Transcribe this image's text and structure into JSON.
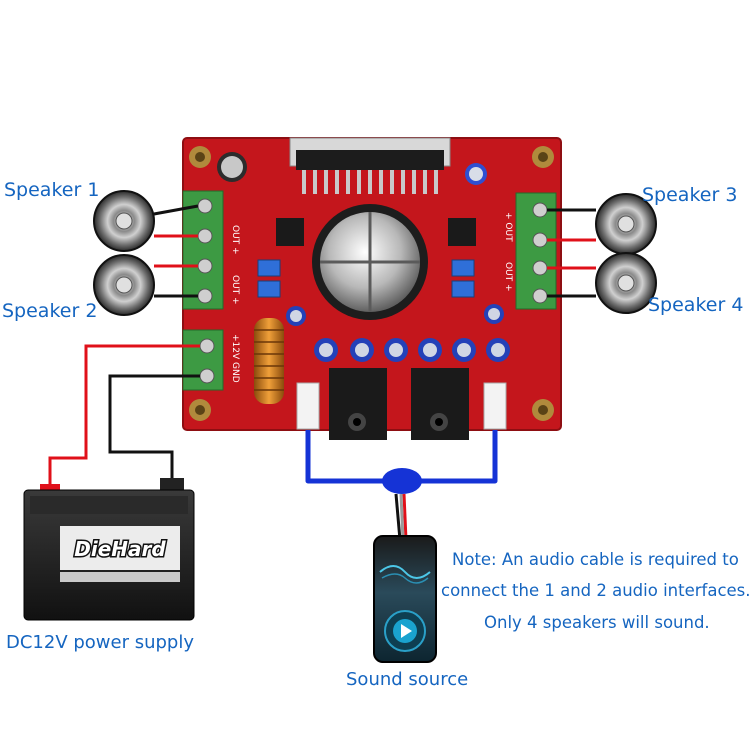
{
  "labels": {
    "speaker1": "Speaker 1",
    "speaker2": "Speaker 2",
    "speaker3": "Speaker 3",
    "speaker4": "Speaker 4",
    "power": "DC12V power supply",
    "source": "Sound source"
  },
  "note": {
    "line1": "Note: An audio cable is required to",
    "line2": "connect the 1 and 2 audio interfaces.",
    "line3": "Only 4 speakers will sound."
  },
  "battery": {
    "brand": "DieHard"
  },
  "board": {
    "out_left_top": "OUT +",
    "out_left_bottom": "OUT +",
    "out_right_top": "+ OUT",
    "out_right_bottom": "OUT +",
    "power_terminal": "+12V GND"
  },
  "colors": {
    "label_blue": "#1565c0",
    "pcb_red": "#c4161c",
    "terminal_green": "#3d9a43",
    "wire_red": "#e0101a",
    "wire_black": "#111111",
    "audio_cable_blue": "#1533d6",
    "speaker_gray": "#9e9e9e"
  },
  "icons": [
    "speaker-icon",
    "battery-icon",
    "music-player-icon",
    "play-icon",
    "capacitor-icon",
    "inductor-icon"
  ]
}
